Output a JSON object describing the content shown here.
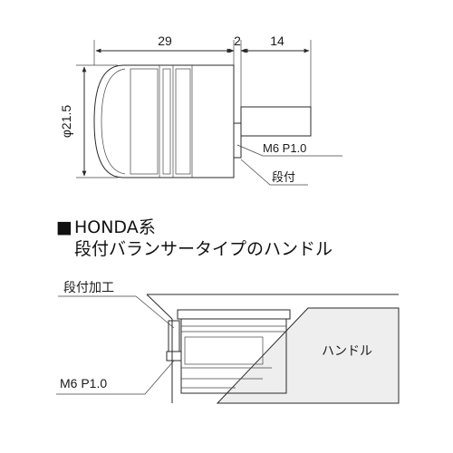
{
  "top_drawing": {
    "dim_body_length": "29",
    "dim_step": "2",
    "dim_shaft_length": "14",
    "dim_diameter": "φ21.5",
    "thread_label": "M6 P1.0",
    "step_label": "段付"
  },
  "section": {
    "bullet": "■",
    "title_line1": "HONDA系",
    "title_line2": "段付バランサータイプのハンドル"
  },
  "bottom_drawing": {
    "step_process_label": "段付加工",
    "thread_label": "M6 P1.0",
    "handle_label": "ハンドル"
  },
  "colors": {
    "line": "#2a2a2a",
    "knurl_band": "#e0e0e0",
    "handle_fill": "#eeeeee"
  }
}
